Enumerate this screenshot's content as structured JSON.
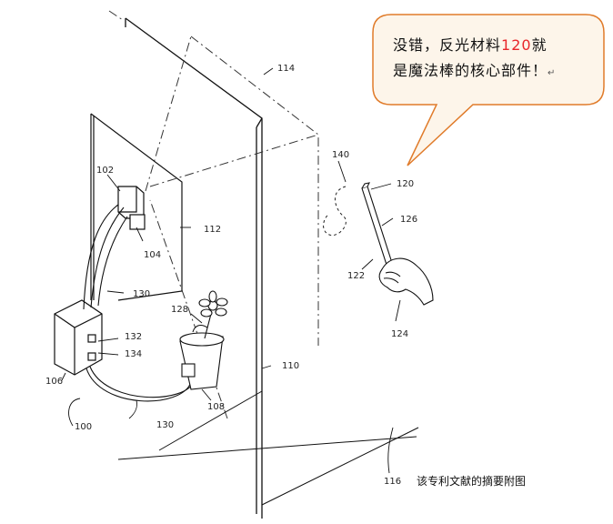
{
  "bubble": {
    "line1_pre": "没错，反光材料",
    "line1_num": "120",
    "line1_post": "就",
    "line2": "是魔法棒的核心部件！",
    "line2_mark": "↵",
    "highlight_color": "#e8262a",
    "border_color": "#e07b2a",
    "fill_color": "#fdf5ea"
  },
  "caption": "该专利文献的摘要附图",
  "refs": {
    "r100": "100",
    "r102": "102",
    "r104": "104",
    "r106": "106",
    "r108": "108",
    "r110": "110",
    "r112": "112",
    "r114": "114",
    "r116": "116",
    "r120": "120",
    "r122": "122",
    "r124": "124",
    "r126": "126",
    "r128": "128",
    "r130a": "130",
    "r130b": "130",
    "r132": "132",
    "r134": "134",
    "r140": "140"
  }
}
